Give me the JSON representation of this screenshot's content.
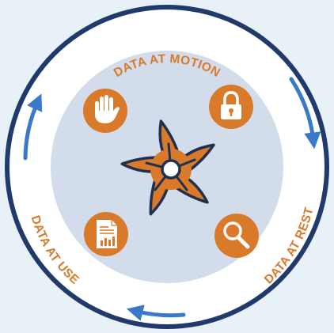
{
  "labels": {
    "top": "DATA AT MOTION",
    "right": "DATA AT REST",
    "left": "DATA AT USE"
  },
  "colors": {
    "background": "#e8f0f8",
    "outer_ring": "#1f3a6b",
    "white_ring": "#ffffff",
    "inner_disc": "#d3dceb",
    "accent_orange": "#d97a2b",
    "arrow_blue": "#3a78c9",
    "logo_outline": "#1f3050"
  },
  "icons": [
    "hand-stop-icon",
    "padlock-icon",
    "magnifier-icon",
    "report-document-icon",
    "flower-logo-icon",
    "cycle-arrow-icon"
  ]
}
